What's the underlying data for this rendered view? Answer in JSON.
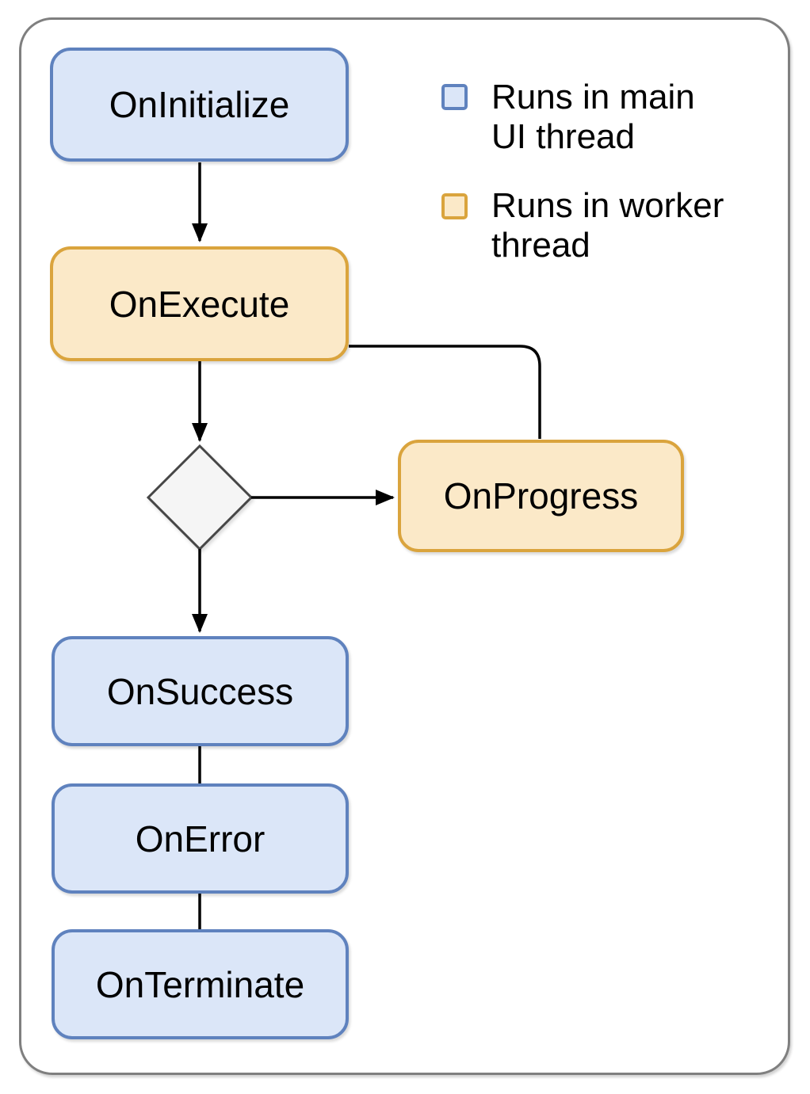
{
  "diagram": {
    "type": "flowchart",
    "nodes": [
      {
        "id": "on-initialize",
        "label": "OnInitialize",
        "thread": "main"
      },
      {
        "id": "on-execute",
        "label": "OnExecute",
        "thread": "worker"
      },
      {
        "id": "decision",
        "label": "",
        "shape": "diamond"
      },
      {
        "id": "on-progress",
        "label": "OnProgress",
        "thread": "worker"
      },
      {
        "id": "on-success",
        "label": "OnSuccess",
        "thread": "main"
      },
      {
        "id": "on-error",
        "label": "OnError",
        "thread": "main"
      },
      {
        "id": "on-terminate",
        "label": "OnTerminate",
        "thread": "main"
      }
    ],
    "edges": [
      {
        "from": "on-initialize",
        "to": "on-execute",
        "arrow": true
      },
      {
        "from": "on-execute",
        "to": "decision",
        "arrow": true
      },
      {
        "from": "on-execute",
        "to": "on-progress",
        "arrow": false
      },
      {
        "from": "decision",
        "to": "on-progress",
        "arrow": true
      },
      {
        "from": "decision",
        "to": "on-success",
        "arrow": true
      },
      {
        "from": "on-success",
        "to": "on-error",
        "arrow": false
      },
      {
        "from": "on-error",
        "to": "on-terminate",
        "arrow": false
      }
    ],
    "legend": [
      {
        "id": "main",
        "lines": [
          "Runs in main",
          "UI thread"
        ]
      },
      {
        "id": "worker",
        "lines": [
          "Runs in worker",
          "thread"
        ]
      }
    ],
    "colors": {
      "main_fill": "#dbe6f8",
      "main_stroke": "#5f82be",
      "worker_fill": "#fbe9c8",
      "worker_stroke": "#daa43d",
      "decision_fill": "#f5f5f5",
      "decision_stroke": "#464646",
      "frame_stroke": "#7f7f7f",
      "connector": "#000000"
    }
  }
}
